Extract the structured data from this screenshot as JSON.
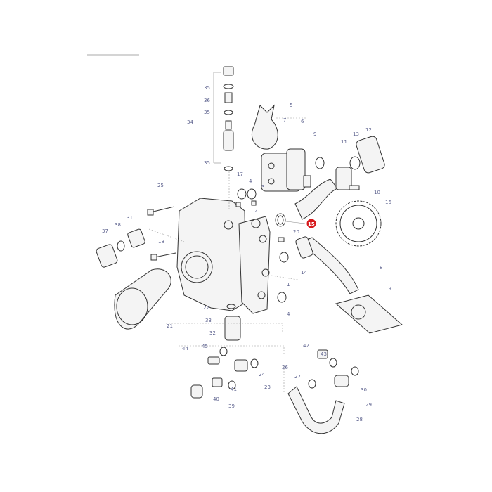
{
  "diagram": {
    "highlight_color": "#d7191c",
    "label_color": "#5a5f8c",
    "highlighted_part": "15",
    "callouts": [
      {
        "id": "35a",
        "text": "35"
      },
      {
        "id": "36",
        "text": "36"
      },
      {
        "id": "35b",
        "text": "35"
      },
      {
        "id": "34",
        "text": "34"
      },
      {
        "id": "35c",
        "text": "35"
      },
      {
        "id": "5",
        "text": "5"
      },
      {
        "id": "7",
        "text": "7"
      },
      {
        "id": "6",
        "text": "6"
      },
      {
        "id": "9",
        "text": "9"
      },
      {
        "id": "13",
        "text": "13"
      },
      {
        "id": "12",
        "text": "12"
      },
      {
        "id": "11",
        "text": "11"
      },
      {
        "id": "17",
        "text": "17"
      },
      {
        "id": "4a",
        "text": "4"
      },
      {
        "id": "3",
        "text": "3"
      },
      {
        "id": "10",
        "text": "10"
      },
      {
        "id": "25",
        "text": "25"
      },
      {
        "id": "2",
        "text": "2"
      },
      {
        "id": "16",
        "text": "16"
      },
      {
        "id": "15",
        "text": "15"
      },
      {
        "id": "31",
        "text": "31"
      },
      {
        "id": "37",
        "text": "37"
      },
      {
        "id": "38",
        "text": "38"
      },
      {
        "id": "20",
        "text": "20"
      },
      {
        "id": "18",
        "text": "18"
      },
      {
        "id": "14",
        "text": "14"
      },
      {
        "id": "8",
        "text": "8"
      },
      {
        "id": "1",
        "text": "1"
      },
      {
        "id": "19",
        "text": "19"
      },
      {
        "id": "22",
        "text": "22"
      },
      {
        "id": "4b",
        "text": "4"
      },
      {
        "id": "33",
        "text": "33"
      },
      {
        "id": "21",
        "text": "21"
      },
      {
        "id": "32",
        "text": "32"
      },
      {
        "id": "44",
        "text": "44"
      },
      {
        "id": "45",
        "text": "45"
      },
      {
        "id": "42",
        "text": "42"
      },
      {
        "id": "43",
        "text": "43"
      },
      {
        "id": "24",
        "text": "24"
      },
      {
        "id": "26",
        "text": "26"
      },
      {
        "id": "27",
        "text": "27"
      },
      {
        "id": "30",
        "text": "30"
      },
      {
        "id": "23",
        "text": "23"
      },
      {
        "id": "41",
        "text": "41"
      },
      {
        "id": "40",
        "text": "40"
      },
      {
        "id": "29",
        "text": "29"
      },
      {
        "id": "39",
        "text": "39"
      },
      {
        "id": "28",
        "text": "28"
      }
    ]
  }
}
